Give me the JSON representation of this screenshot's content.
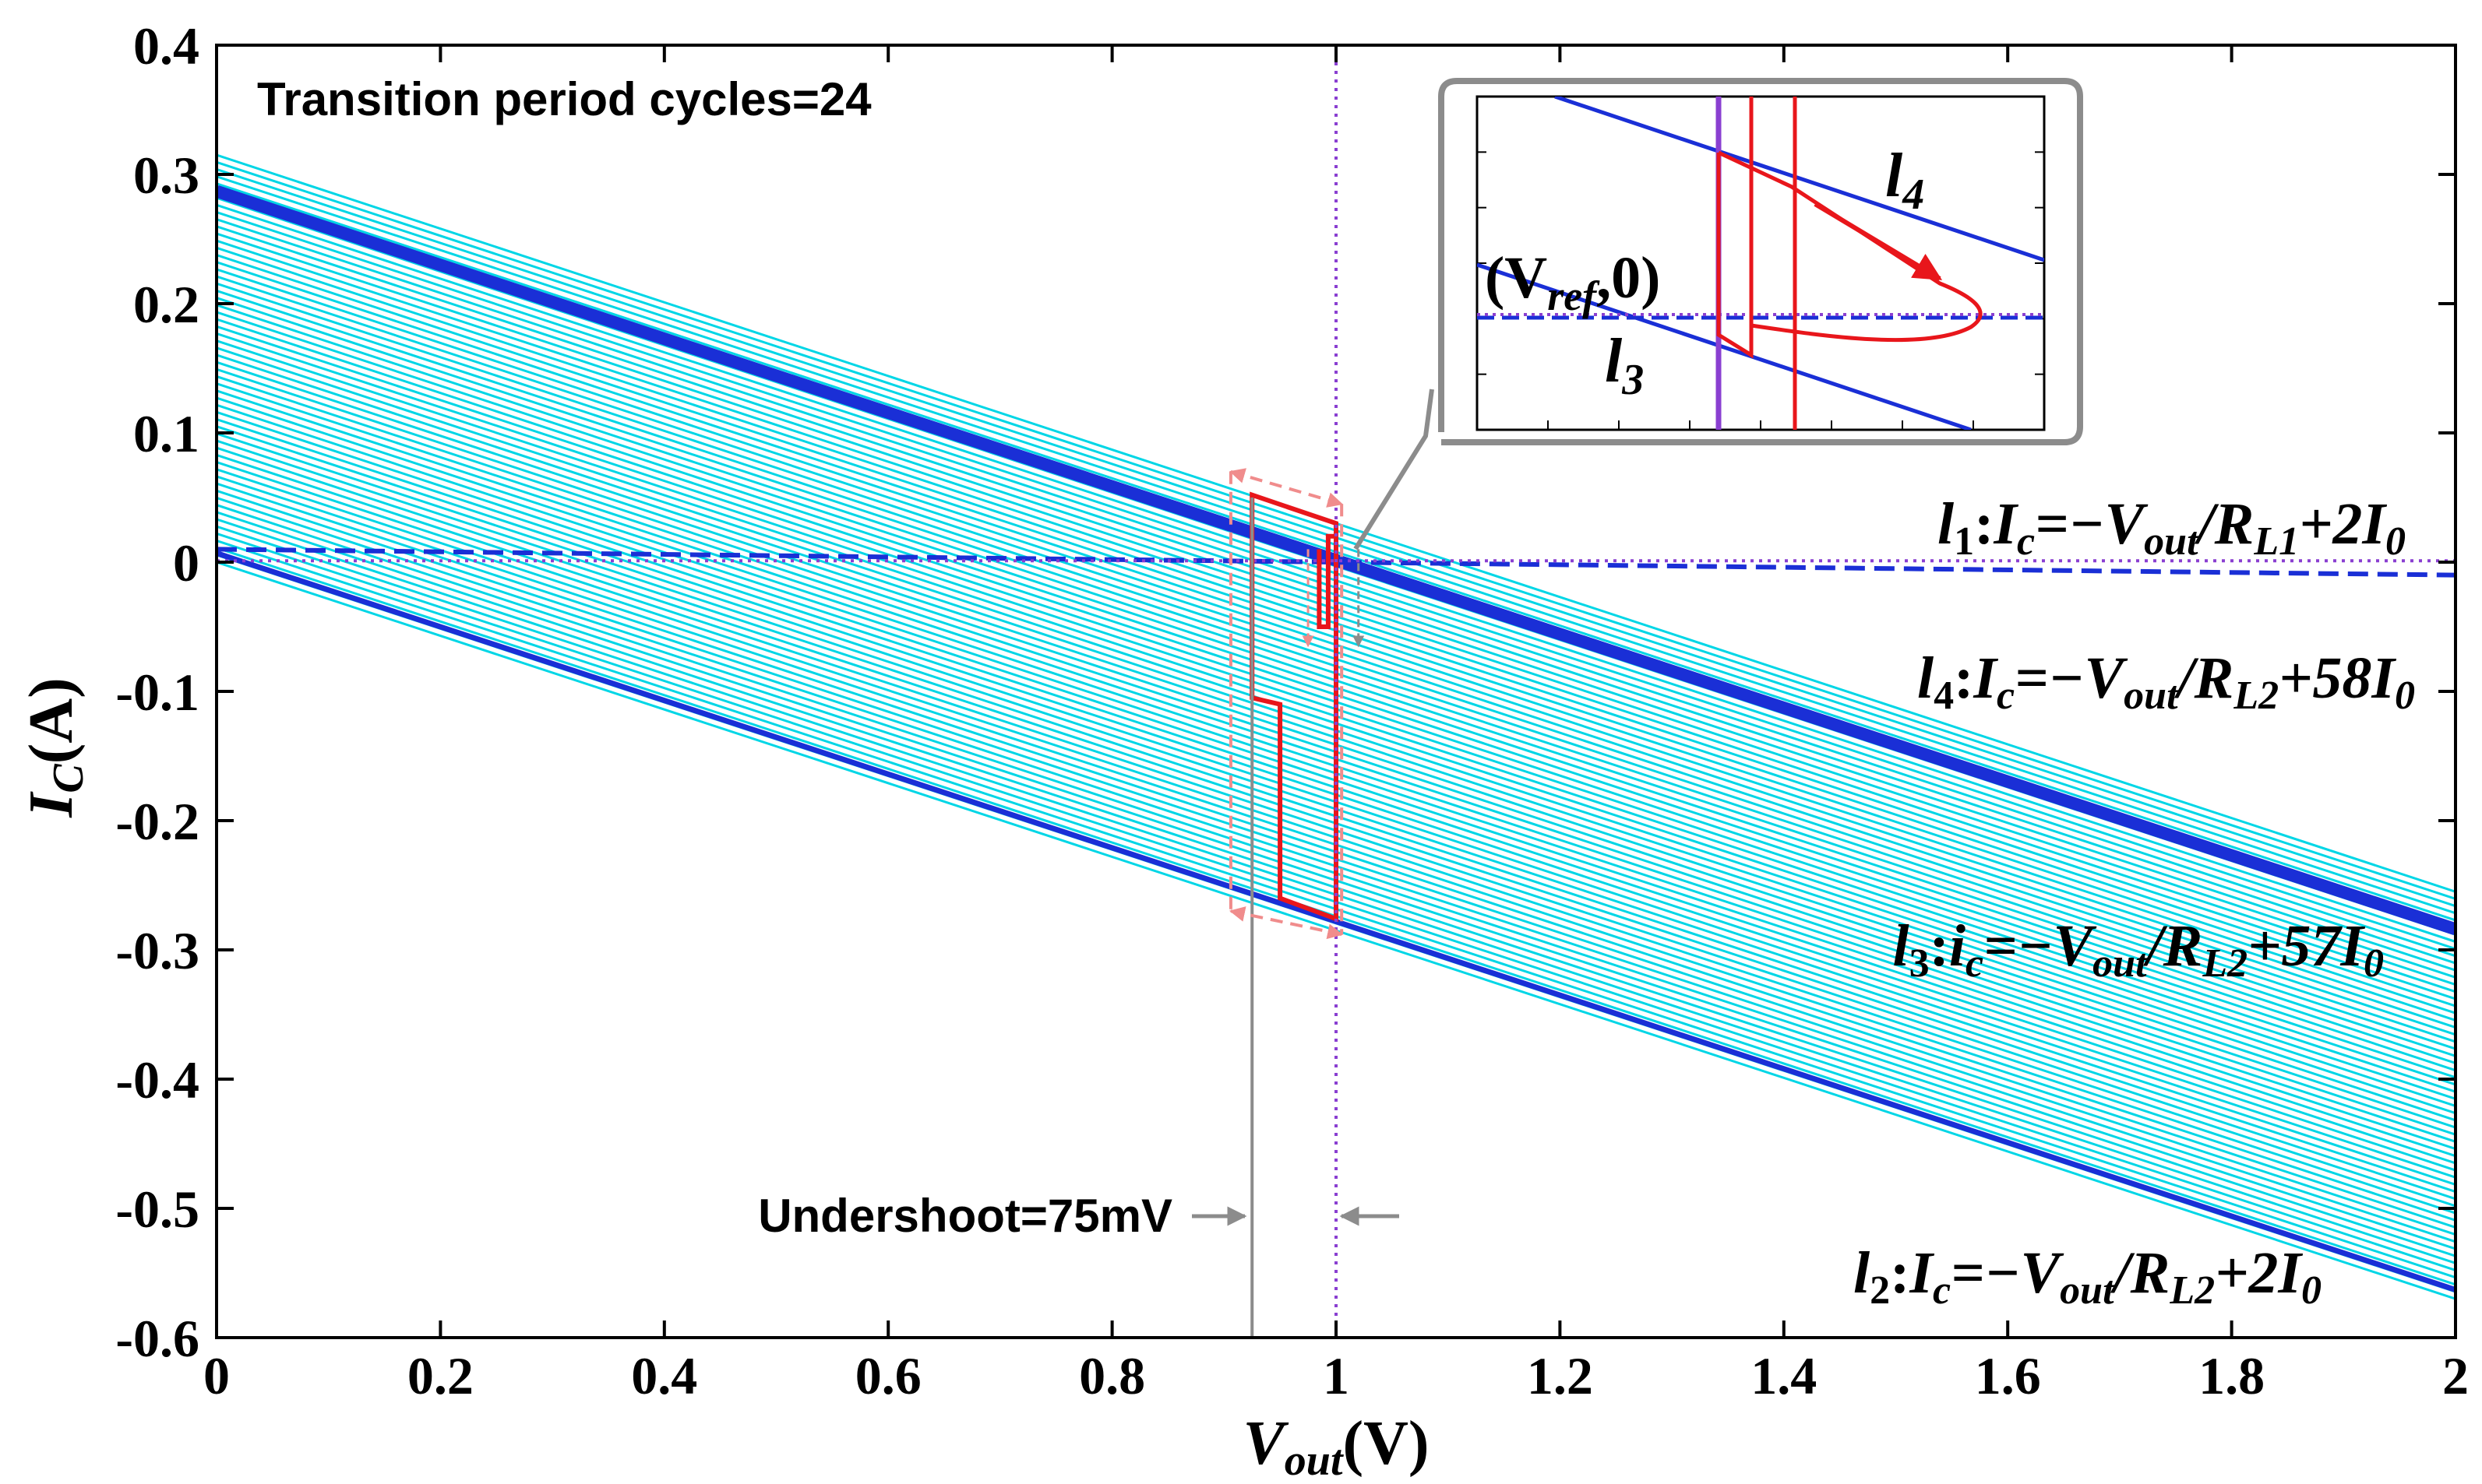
{
  "chart_data": {
    "type": "line",
    "title": "",
    "xlabel": {
      "base": "V",
      "sub": "out",
      "unit": "(V)"
    },
    "ylabel": {
      "base": "I",
      "sub": "C",
      "unit": "(A)"
    },
    "xlim": [
      0,
      2
    ],
    "ylim": [
      -0.6,
      0.4
    ],
    "x_ticks": [
      0,
      0.2,
      0.4,
      0.6,
      0.8,
      1,
      1.2,
      1.4,
      1.6,
      1.8,
      2
    ],
    "x_tick_labels": [
      "0",
      "0.2",
      "0.4",
      "0.6",
      "0.8",
      "1",
      "1.2",
      "1.4",
      "1.6",
      "1.8",
      "2"
    ],
    "y_ticks": [
      0.4,
      0.3,
      0.2,
      0.1,
      0,
      -0.1,
      -0.2,
      -0.3,
      -0.4,
      -0.5,
      -0.6
    ],
    "y_tick_labels": [
      "0.4",
      "0.3",
      "0.2",
      "0.1",
      "0",
      "-0.1",
      "-0.2",
      "-0.3",
      "-0.4",
      "-0.5",
      "-0.6"
    ],
    "grid": false,
    "colors": {
      "family": "#00d6e6",
      "load_line": "#1a2fd6",
      "trajectory": "#e8161b",
      "reference": "#8a3fd1",
      "annotation_gray": "#8c8c8c",
      "boundary_pink": "#f08c8c"
    },
    "family_lines": {
      "slope": -0.285,
      "intercept_min": 0.0,
      "intercept_max": 0.315,
      "count": 58
    },
    "series": [
      {
        "key": "l1",
        "points": [
          [
            0,
            0.01
          ],
          [
            2,
            -0.01
          ]
        ],
        "style": "dashed"
      },
      {
        "key": "l4",
        "points": [
          [
            0,
            0.287
          ],
          [
            2,
            -0.284
          ]
        ],
        "style": "thick"
      },
      {
        "key": "l3",
        "points": [
          [
            0,
            0.007
          ],
          [
            2,
            -0.563
          ]
        ],
        "style": "solid"
      },
      {
        "key": "vref",
        "points": [
          [
            0,
            0.001
          ],
          [
            2,
            0.001
          ]
        ],
        "style": "dotted"
      },
      {
        "key": "trajectory",
        "points": [
          [
            0.925,
            0.0
          ],
          [
            0.925,
            0.052
          ],
          [
            1.0,
            0.03
          ],
          [
            1.0,
            -0.276
          ],
          [
            0.95,
            -0.26
          ],
          [
            0.95,
            -0.11
          ],
          [
            0.925,
            -0.105
          ],
          [
            0.925,
            0.0
          ]
        ],
        "style": "solid"
      },
      {
        "key": "trajectory_fine",
        "points": [
          [
            0.985,
            0.01
          ],
          [
            0.985,
            -0.05
          ],
          [
            0.993,
            -0.05
          ],
          [
            0.993,
            0.02
          ],
          [
            1.0,
            0.02
          ]
        ],
        "style": "solid"
      }
    ],
    "vertical_reference_x": 1.0,
    "undershoot_x": 0.925,
    "annotations": {
      "transition": "Transition period cycles=24",
      "undershoot": "Undershoot=75mV",
      "eq_l1": {
        "name": "l",
        "idx": "1",
        "var": "I",
        "var_sub": "c",
        "eq": "=−V",
        "eq_sub": "out",
        "div": "/R",
        "div_sub": "L1",
        "tail": "+2I",
        "tail_sub": "0"
      },
      "eq_l4": {
        "name": "l",
        "idx": "4",
        "var": "I",
        "var_sub": "c",
        "eq": "=−V",
        "eq_sub": "out",
        "div": "/R",
        "div_sub": "L2",
        "tail": "+58I",
        "tail_sub": "0"
      },
      "eq_l3": {
        "name": "l",
        "idx": "3",
        "var": "i",
        "var_sub": "c",
        "eq": "=−V",
        "eq_sub": "out",
        "div": "/R",
        "div_sub": "L2",
        "tail": "+57I",
        "tail_sub": "0"
      },
      "eq_l2": {
        "name": "l",
        "idx": "2",
        "var": "I",
        "var_sub": "c",
        "eq": "=−V",
        "eq_sub": "out",
        "div": "/R",
        "div_sub": "L2",
        "tail": "+2I",
        "tail_sub": "0"
      }
    },
    "inset": {
      "labels": {
        "l4_name": "l",
        "l4_idx": "4",
        "l3_name": "l",
        "l3_idx": "3",
        "vref_open": "(V",
        "vref_sub": "ref",
        "vref_close": ",0)"
      }
    }
  }
}
